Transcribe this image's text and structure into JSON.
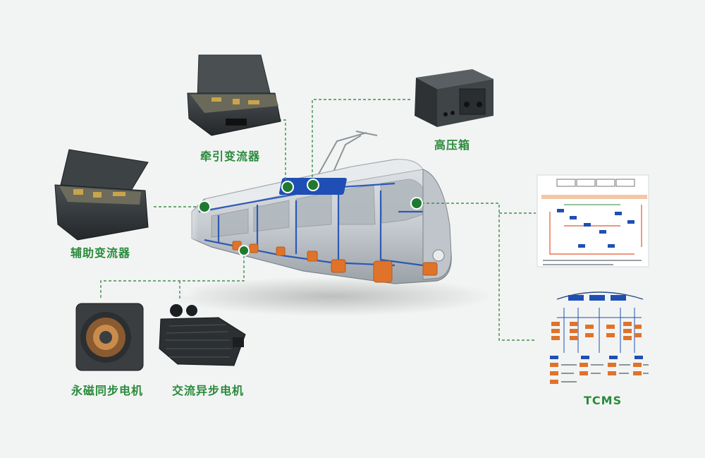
{
  "labels": {
    "traction": "牵引变流器",
    "auxiliary": "辅助变流器",
    "hv_box": "高压箱",
    "pm_motor": "永磁同步电机",
    "ac_motor": "交流异步电机",
    "tcms": "TCMS"
  },
  "colors": {
    "accent": "#2a8a3c",
    "connector": "#3f8f4a",
    "dot": "#1f7a2f",
    "highlight_blue": "#1f4fb4",
    "bogie_orange": "#e0732a",
    "background": "#f2f4f3"
  }
}
